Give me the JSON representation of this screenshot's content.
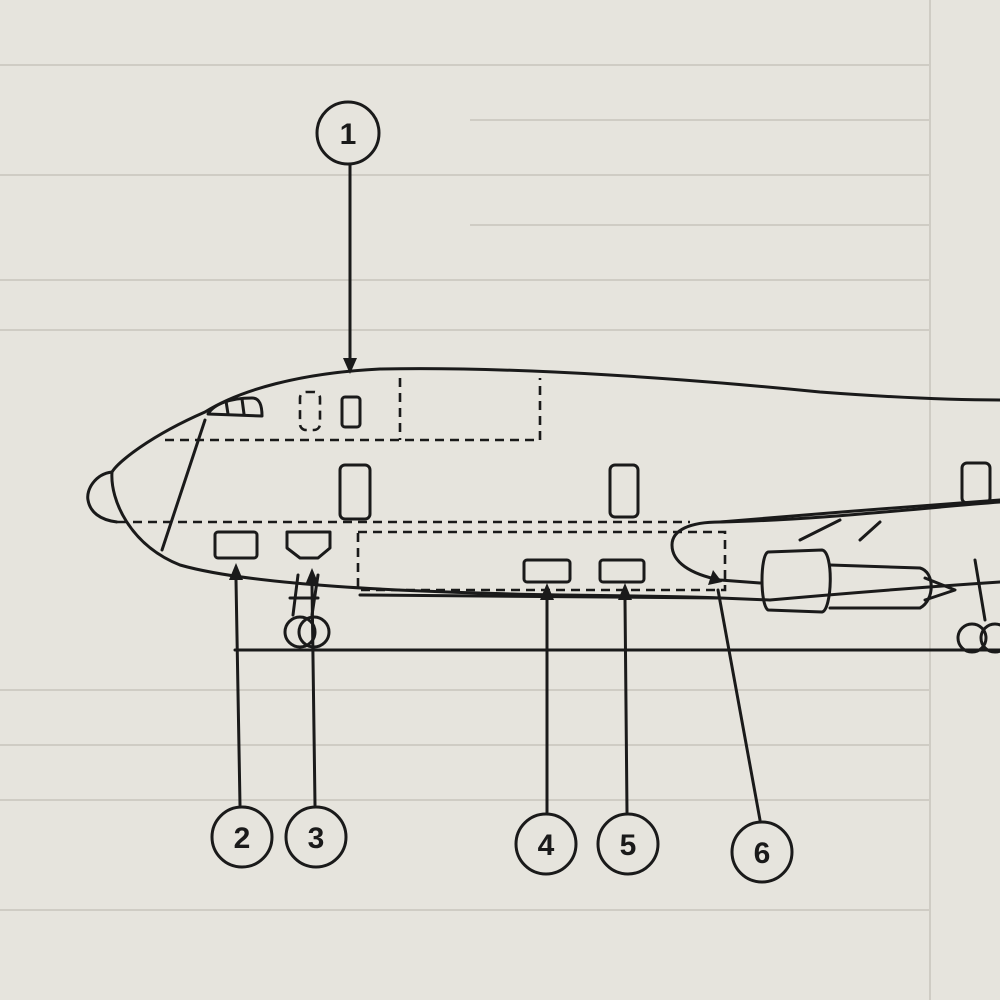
{
  "diagram": {
    "callouts": [
      {
        "id": "callout-1",
        "label": "1"
      },
      {
        "id": "callout-2",
        "label": "2"
      },
      {
        "id": "callout-3",
        "label": "3"
      },
      {
        "id": "callout-4",
        "label": "4"
      },
      {
        "id": "callout-5",
        "label": "5"
      },
      {
        "id": "callout-6",
        "label": "6"
      }
    ]
  },
  "colors": {
    "paper": "#e6e4dd",
    "ink": "#1a1a1a",
    "bleed_through": "#cfccc4"
  }
}
